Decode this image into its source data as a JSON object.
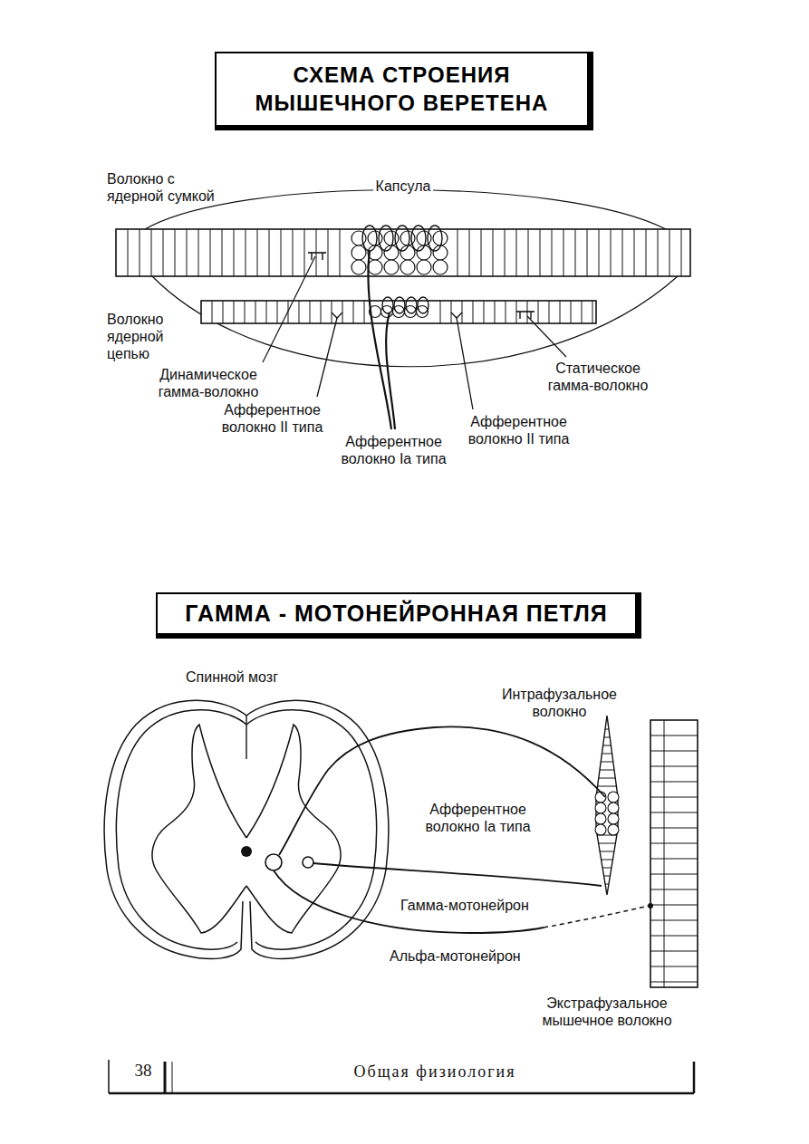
{
  "diagram": {
    "nodes": [
      {
        "text": [
          "СХЕМА СТРОЕНИЯ МЫШЕЧНОГО ВЕРЕТЕНА"
        ]
      },
      {
        "text": [
          "ГАММА - МОТОНЕЙРОННАЯ ПЕТЛЯ"
        ]
      }
    ],
    "labels": [
      "Волокно с ядерной сумкой",
      "Капсула",
      "Волокно ядерной цепью",
      "Динамическое гамма-волокно",
      "Афферентное волокно II типа",
      "Афферентное волокно Ia типа",
      "Афферентное волокно II типа",
      "Статическое гамма-волокно",
      "Спинной мозг",
      "Интрафузальное волокно",
      "Афферентное волокно Ia типа",
      "Гамма-мотонейрон",
      "Альфа-мотонейрон",
      "Экстрафузальное мышечное волокно",
      "38",
      "Общая физиология"
    ]
  }
}
